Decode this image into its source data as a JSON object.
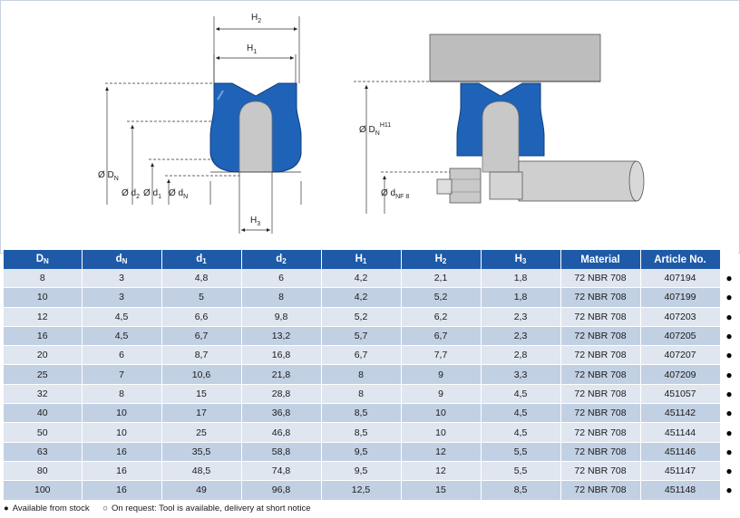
{
  "drawing": {
    "left_labels": {
      "h2": "H",
      "h2_sub": "2",
      "h1": "H",
      "h1_sub": "1",
      "h3": "H",
      "h3_sub": "3",
      "dn": "Ø D",
      "dn_sub": "N",
      "d2": "Ø d",
      "d2_sub": "2",
      "d1": "Ø d",
      "d1_sub": "1",
      "dnsmall": "Ø d",
      "dnsmall_sub": "N"
    },
    "right_labels": {
      "dn": "Ø D",
      "dn_sub": "N",
      "dn_sup": "H11",
      "dnf": "Ø d",
      "dnf_sub": "NF 8"
    }
  },
  "table": {
    "headers": [
      {
        "main": "D",
        "sub": "N"
      },
      {
        "main": "d",
        "sub": "N"
      },
      {
        "main": "d",
        "sub": "1"
      },
      {
        "main": "d",
        "sub": "2"
      },
      {
        "main": "H",
        "sub": "1"
      },
      {
        "main": "H",
        "sub": "2"
      },
      {
        "main": "H",
        "sub": "3"
      },
      {
        "main": "Material",
        "sub": ""
      },
      {
        "main": "Article No.",
        "sub": ""
      }
    ],
    "rows": [
      [
        "8",
        "3",
        "4,8",
        "6",
        "4,2",
        "2,1",
        "1,8",
        "72 NBR 708",
        "407194",
        "●"
      ],
      [
        "10",
        "3",
        "5",
        "8",
        "4,2",
        "5,2",
        "1,8",
        "72 NBR 708",
        "407199",
        "●"
      ],
      [
        "12",
        "4,5",
        "6,6",
        "9,8",
        "5,2",
        "6,2",
        "2,3",
        "72 NBR 708",
        "407203",
        "●"
      ],
      [
        "16",
        "4,5",
        "6,7",
        "13,2",
        "5,7",
        "6,7",
        "2,3",
        "72 NBR 708",
        "407205",
        "●"
      ],
      [
        "20",
        "6",
        "8,7",
        "16,8",
        "6,7",
        "7,7",
        "2,8",
        "72 NBR 708",
        "407207",
        "●"
      ],
      [
        "25",
        "7",
        "10,6",
        "21,8",
        "8",
        "9",
        "3,3",
        "72 NBR 708",
        "407209",
        "●"
      ],
      [
        "32",
        "8",
        "15",
        "28,8",
        "8",
        "9",
        "4,5",
        "72 NBR 708",
        "451057",
        "●"
      ],
      [
        "40",
        "10",
        "17",
        "36,8",
        "8,5",
        "10",
        "4,5",
        "72 NBR 708",
        "451142",
        "●"
      ],
      [
        "50",
        "10",
        "25",
        "46,8",
        "8,5",
        "10",
        "4,5",
        "72 NBR 708",
        "451144",
        "●"
      ],
      [
        "63",
        "16",
        "35,5",
        "58,8",
        "9,5",
        "12",
        "5,5",
        "72 NBR 708",
        "451146",
        "●"
      ],
      [
        "80",
        "16",
        "48,5",
        "74,8",
        "9,5",
        "12",
        "5,5",
        "72 NBR 708",
        "451147",
        "●"
      ],
      [
        "100",
        "16",
        "49",
        "96,8",
        "12,5",
        "15",
        "8,5",
        "72 NBR 708",
        "451148",
        "●"
      ]
    ]
  },
  "legend": {
    "available_symbol": "●",
    "available_text": "Available from stock",
    "request_symbol": "○",
    "request_text": "On request: Tool is available, delivery at short notice"
  },
  "colors": {
    "header_blue": "#1e5aa8",
    "row_light": "#dfe6f0",
    "row_dark": "#c2d0e3",
    "seal_blue": "#1f63b8",
    "housing_grey": "#bdbdbd"
  }
}
